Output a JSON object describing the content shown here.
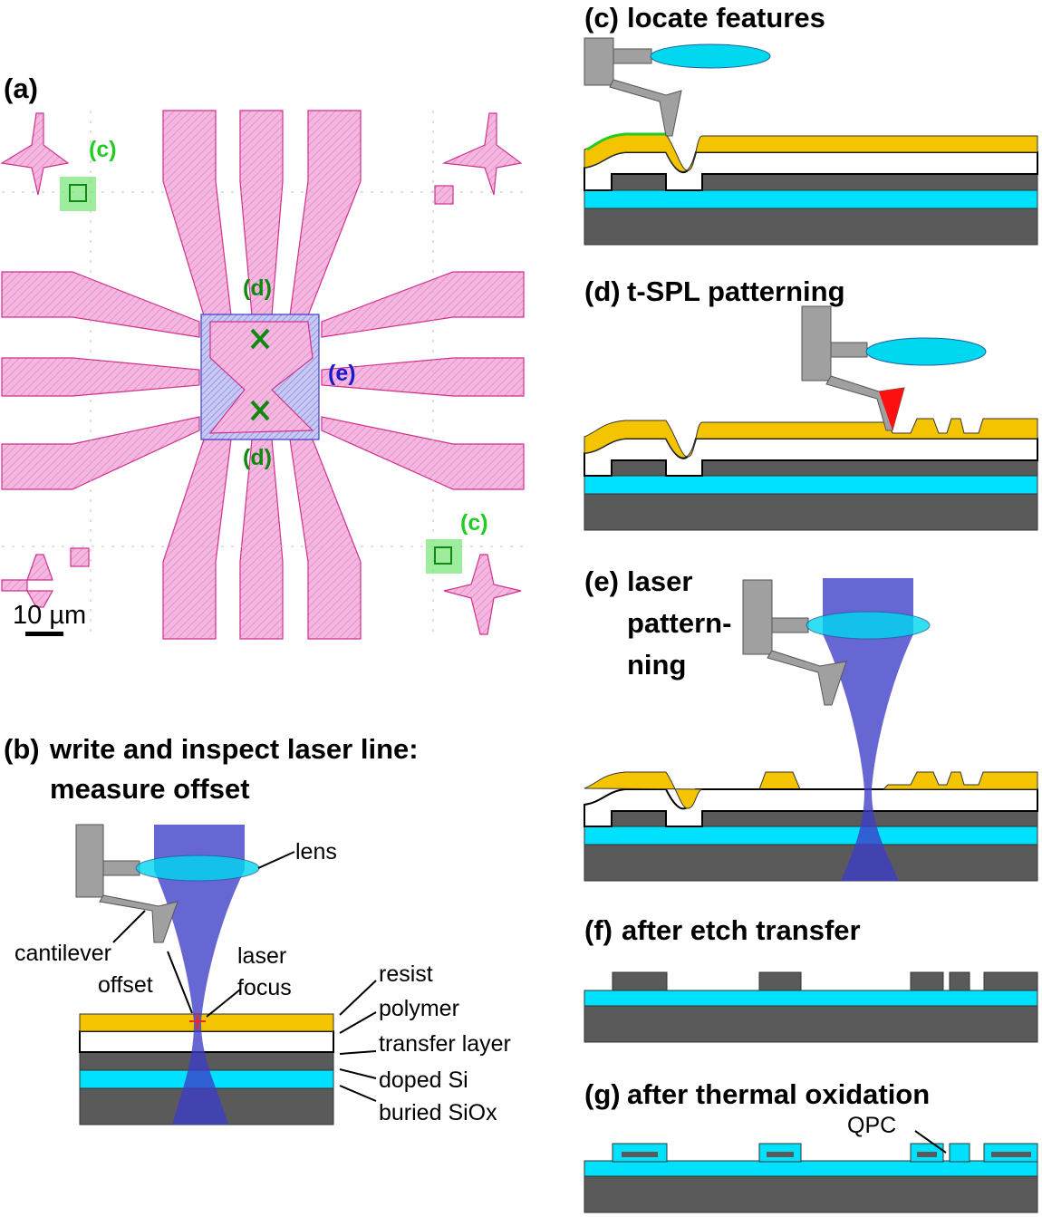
{
  "panels": {
    "a": {
      "label": "(a)",
      "scalebar": "10 µm",
      "marker_c1": "(c)",
      "marker_c2": "(c)",
      "marker_d1": "(d)",
      "marker_d2": "(d)",
      "marker_e": "(e)"
    },
    "b": {
      "label": "(b)",
      "title_line1": "write and inspect laser line:",
      "title_line2": "measure offset",
      "lens": "lens",
      "cantilever": "cantilever",
      "offset": "offset",
      "laser": "laser",
      "focus": "focus",
      "resist": "resist",
      "polymer": "polymer",
      "transfer_layer": "transfer layer",
      "doped_si": "doped Si",
      "buried_siox": "buried SiOx"
    },
    "c": {
      "label": "(c)",
      "title": "locate features"
    },
    "d": {
      "label": "(d)",
      "title": "t-SPL patterning"
    },
    "e": {
      "label": "(e)",
      "title_line1": "laser",
      "title_line2": "pattern-",
      "title_line3": "ning"
    },
    "f": {
      "label": "(f)",
      "title": "after etch transfer"
    },
    "g": {
      "label": "(g)",
      "title": "after thermal oxidation",
      "qpc": "QPC"
    }
  },
  "colors": {
    "resist": "#f5c400",
    "substrate": "#5a5a5a",
    "oxide": "#00e0ff",
    "doped_si": "#5a5a5a",
    "lens": "#00d8f0",
    "beam": "#3c3cc8",
    "layout_pink": "#f0a8d8",
    "marker_green": "#22cc22",
    "marker_blue": "#1a1acc"
  }
}
